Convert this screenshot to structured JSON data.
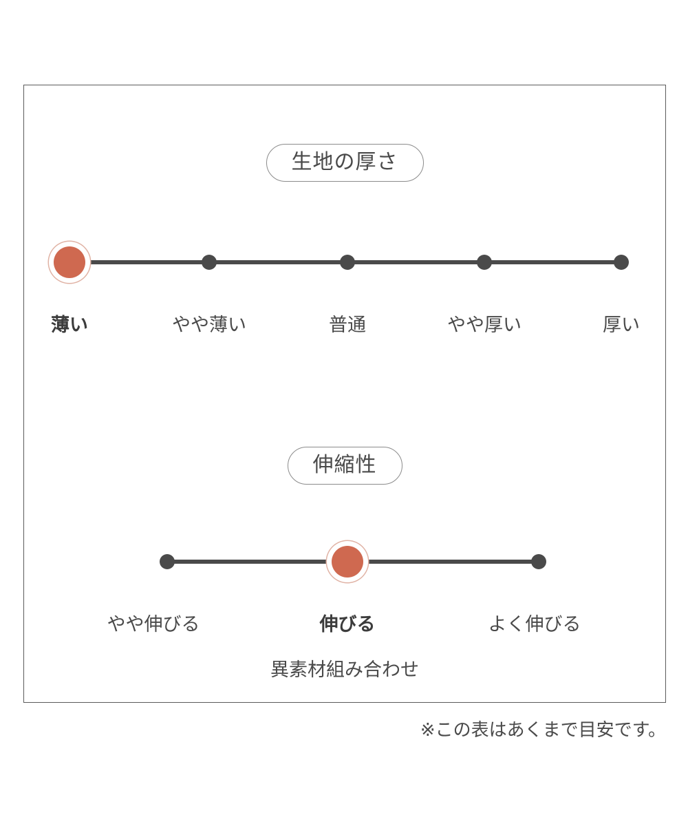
{
  "colors": {
    "active_marker": "#cf6950",
    "active_ring": "#e0b2a4",
    "track": "#4a4a4a",
    "panel_border": "#5a5a5a",
    "pill_border": "#8b8b8b",
    "text": "#4a4a4a",
    "background": "#ffffff"
  },
  "panel": {
    "sections": [
      {
        "id": "fabric-thickness",
        "title": "生地の厚さ",
        "selected_index": 0,
        "ticks": [
          {
            "label": "薄い",
            "selected": true
          },
          {
            "label": "やや薄い",
            "selected": false
          },
          {
            "label": "普通",
            "selected": false
          },
          {
            "label": "やや厚い",
            "selected": false
          },
          {
            "label": "厚い",
            "selected": false
          }
        ]
      },
      {
        "id": "stretch",
        "title": "伸縮性",
        "selected_index": 1,
        "note": "異素材組み合わせ",
        "ticks": [
          {
            "label": "やや伸びる",
            "selected": false
          },
          {
            "label": "伸びる",
            "selected": true
          },
          {
            "label": "よく伸びる",
            "selected": false
          }
        ]
      }
    ]
  },
  "footnote": "※この表はあくまで目安です。"
}
